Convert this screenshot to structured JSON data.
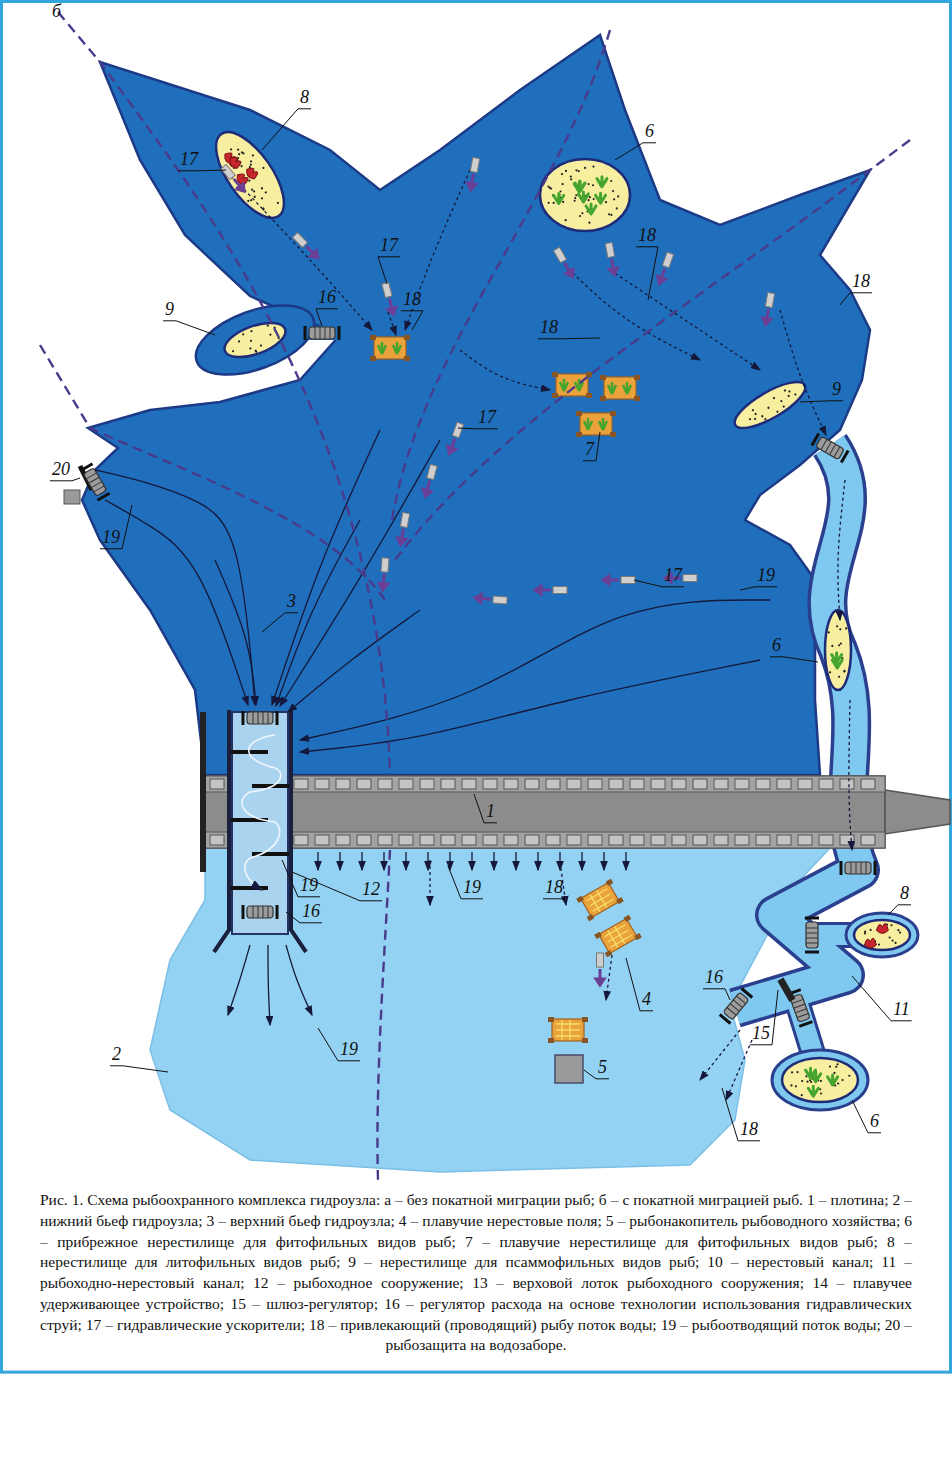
{
  "diagram": {
    "caption": "Рис. 1. Схема рыбоохранного комплекса гидроузла: а – без покатной миграции рыб; б – с покатной миграцией рыб. 1 – плотина; 2 – нижний бьеф гидроузла; 3 – верхний бьеф гидроузла; 4 – плавучие нерестовые поля; 5 – рыбонакопитель рыбоводного хозяйства; 6 – прибрежное нерестилище для фитофильных видов рыб; 7 – плавучие нерестилище для фитофильных видов рыб; 8 – нерестилище для литофильных видов рыб; 9 – нерестилище для псаммофильных видов рыб; 10 – нерестовый канал; 11 – рыбоходно-нерестовый канал; 12 – рыбоходное сооружение; 13 – верховой лоток рыбоходного сооружения; 14 – плавучее удерживающее устройство; 15 – шлюз-регулятор; 16 – регулятор расхода на основе технологии использования гидравлических струй; 17 – гидравлические ускорители; 18 – привлекающий (проводящий) рыбу поток воды; 19 – рыбоотводящий поток воды; 20 – рыбозащита на водозаборе.",
    "labels": [
      "б",
      "8",
      "17",
      "17",
      "6",
      "18",
      "9",
      "16",
      "18",
      "18",
      "9",
      "18",
      "7",
      "20",
      "19",
      "3",
      "17",
      "17",
      "19",
      "6",
      "1",
      "19",
      "18",
      "12",
      "16",
      "19",
      "2",
      "19",
      "5",
      "4",
      "16",
      "15",
      "11",
      "8",
      "18",
      "6"
    ]
  }
}
